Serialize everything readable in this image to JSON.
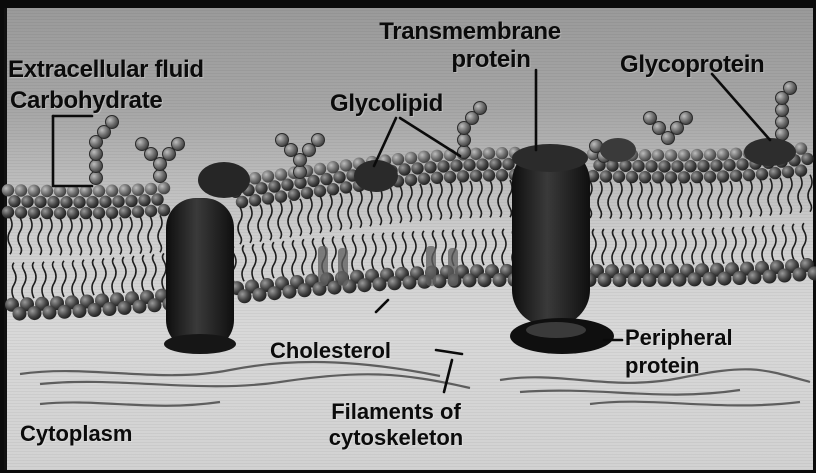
{
  "labels": {
    "extracellular_fluid": "Extracellular fluid",
    "carbohydrate": "Carbohydrate",
    "transmembrane_line1": "Transmembrane",
    "transmembrane_line2": "protein",
    "glycoprotein": "Glycoprotein",
    "glycolipid": "Glycolipid",
    "cholesterol": "Cholesterol",
    "peripheral_line1": "Peripheral",
    "peripheral_line2": "protein",
    "filaments_line1": "Filaments of",
    "filaments_line2": "cytoskeleton",
    "cytoplasm": "Cytoplasm"
  },
  "colors": {
    "ink": "#0b0b0b",
    "head_dark": "#3a3a3a",
    "head_light": "#7d7d7d",
    "protein": "#1a1a1a"
  }
}
